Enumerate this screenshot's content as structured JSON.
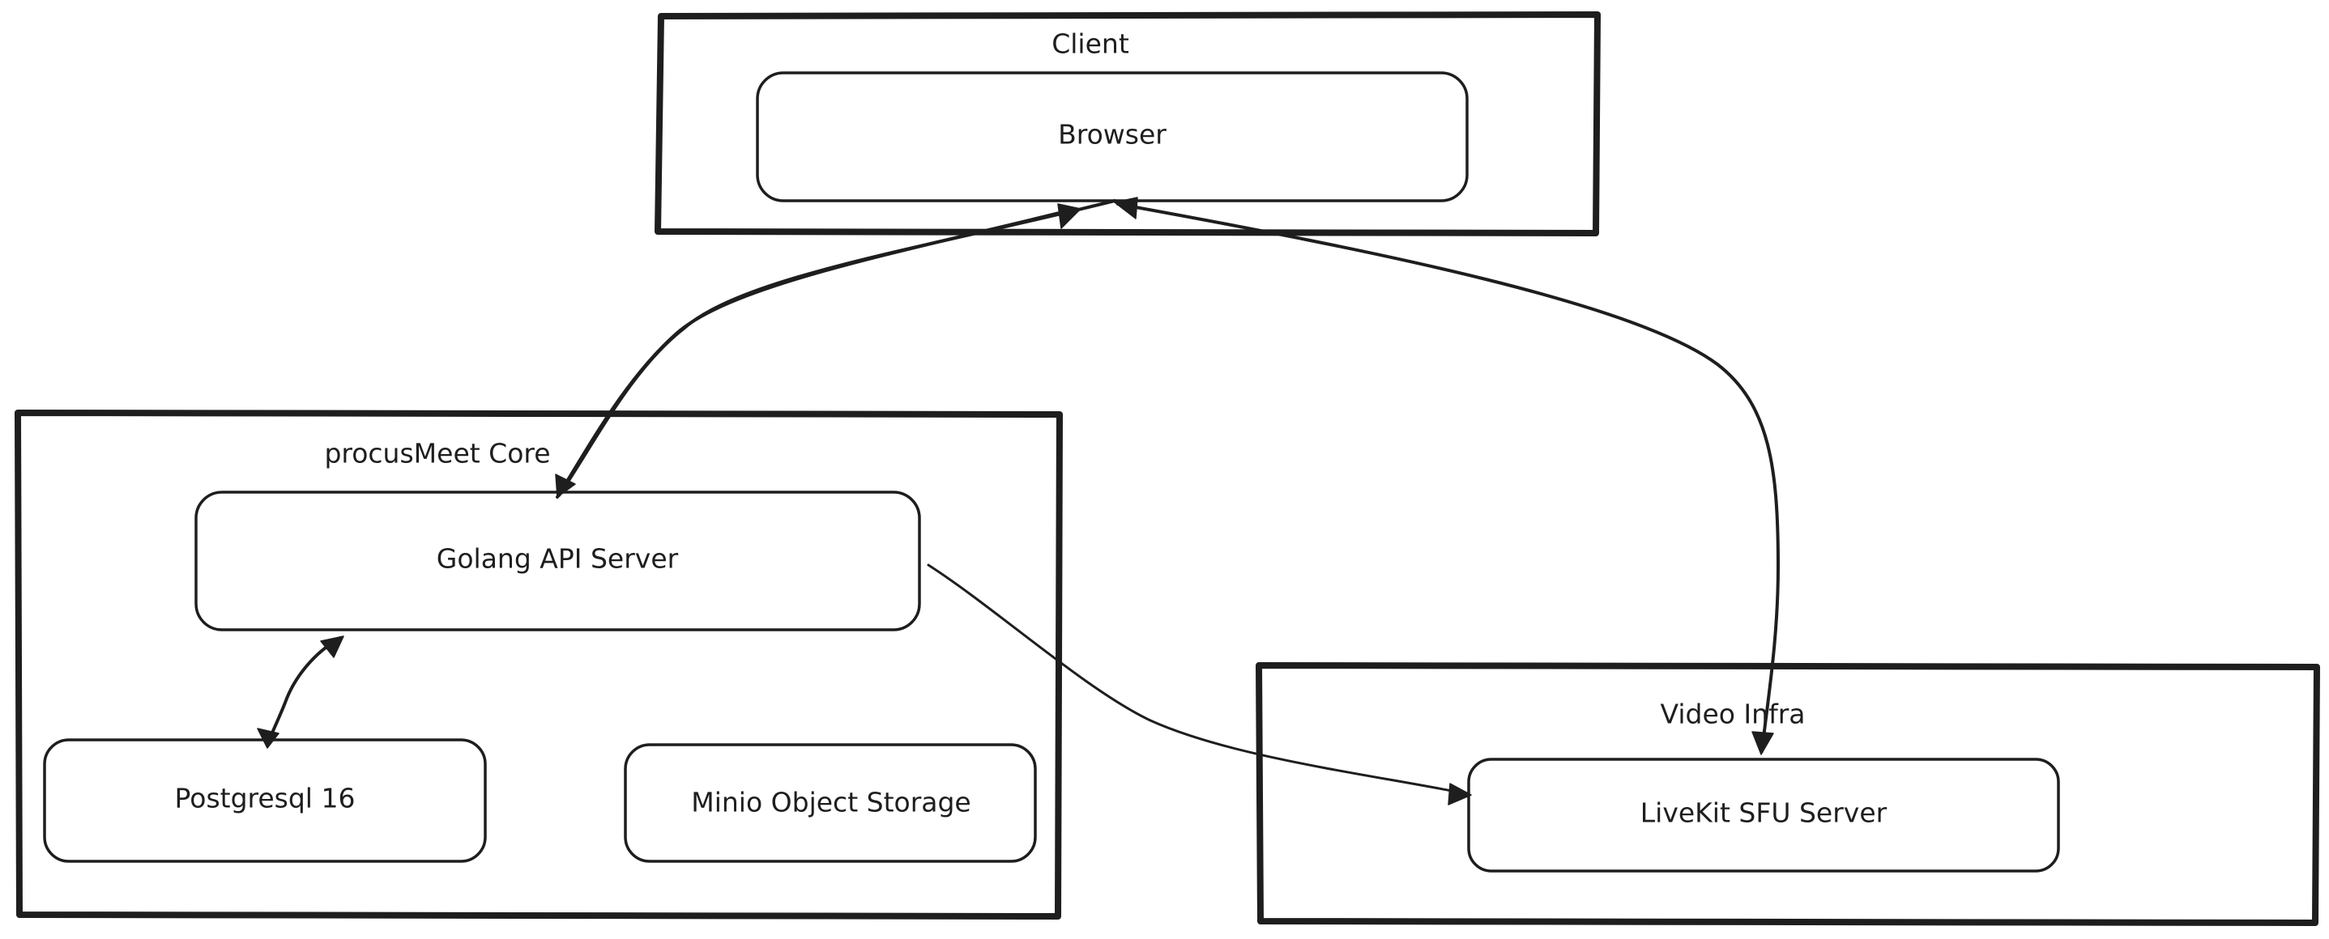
{
  "diagram": {
    "groups": {
      "client": {
        "title": "Client"
      },
      "core": {
        "title": "procusMeet Core"
      },
      "video": {
        "title": "Video Infra"
      }
    },
    "nodes": {
      "browser": {
        "label": "Browser"
      },
      "api_server": {
        "label": "Golang API Server"
      },
      "postgres": {
        "label": "Postgresql 16"
      },
      "minio": {
        "label": "Minio Object Storage"
      },
      "livekit": {
        "label": "LiveKit SFU Server"
      }
    },
    "edges": [
      {
        "from": "Browser",
        "to": "Golang API Server",
        "direction": "bidirectional"
      },
      {
        "from": "Golang API Server",
        "to": "Postgresql 16",
        "direction": "bidirectional"
      },
      {
        "from": "Browser",
        "to": "LiveKit SFU Server",
        "direction": "bidirectional"
      },
      {
        "from": "Golang API Server",
        "to": "LiveKit SFU Server",
        "direction": "forward"
      }
    ],
    "colors": {
      "stroke": "#1e1e1e",
      "background": "#ffffff"
    }
  }
}
